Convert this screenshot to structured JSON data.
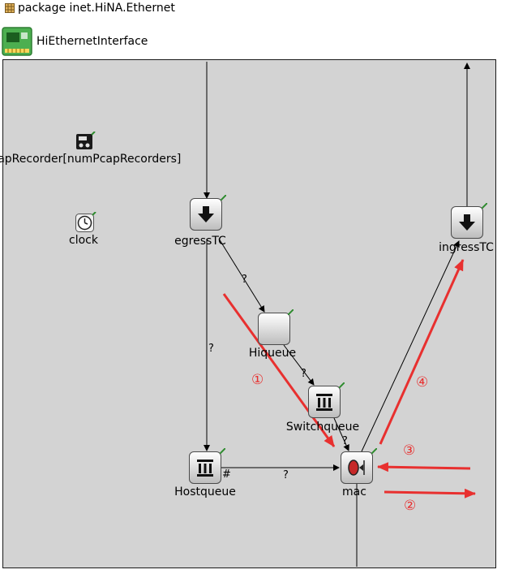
{
  "package_line": "package inet.HiNA.Ethernet",
  "module_title": "HiEthernetInterface",
  "nodes": {
    "pcap": "pcapRecorder[numPcapRecorders]",
    "clock": "clock",
    "egress": "egressTC",
    "ingress": "ingressTC",
    "hiqueue": "Hiqueue",
    "switchqueue": "Switchqueue",
    "hostqueue": "Hostqueue",
    "mac": "mac"
  },
  "edge_labels": {
    "egress_hiqueue": "?",
    "egress_hostqueue": "?",
    "hiqueue_switchqueue": "?",
    "switchqueue_mac": "?",
    "hostqueue_gate": "#",
    "hostqueue_mac": "?"
  },
  "markers": [
    "①",
    "②",
    "③",
    "④"
  ],
  "colors": {
    "annotation_red": "#e8302f",
    "canvas_bg": "#d3d3d3",
    "link": "#000000"
  }
}
